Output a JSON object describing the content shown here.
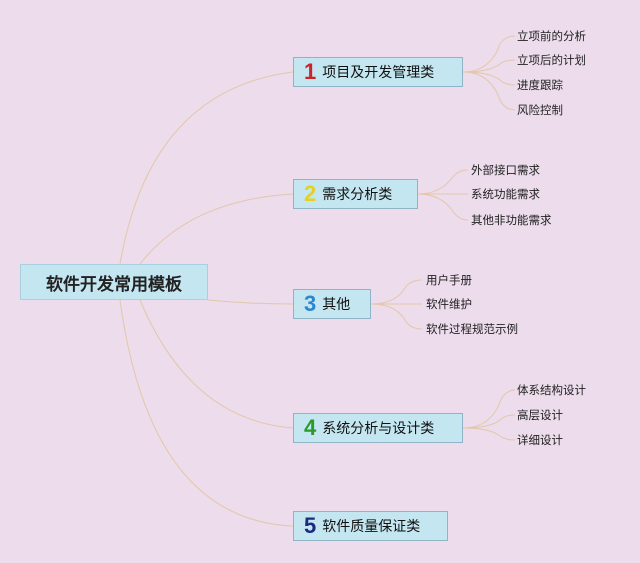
{
  "root": {
    "label": "软件开发常用模板"
  },
  "branches": [
    {
      "number": "1",
      "label": "项目及开发管理类",
      "color": "#d0202a",
      "leaves": [
        "立项前的分析",
        "立项后的计划",
        "进度跟踪",
        "风险控制"
      ]
    },
    {
      "number": "2",
      "label": "需求分析类",
      "color": "#e8d020",
      "leaves": [
        "外部接口需求",
        "系统功能需求",
        "其他非功能需求"
      ]
    },
    {
      "number": "3",
      "label": "其他",
      "color": "#2a86d0",
      "leaves": [
        "用户手册",
        "软件维护",
        "软件过程规范示例"
      ]
    },
    {
      "number": "4",
      "label": "系统分析与设计类",
      "color": "#2a9a2a",
      "leaves": [
        "体系结构设计",
        "高层设计",
        "详细设计"
      ]
    },
    {
      "number": "5",
      "label": "软件质量保证类",
      "color": "#1a2a80",
      "leaves": []
    }
  ]
}
